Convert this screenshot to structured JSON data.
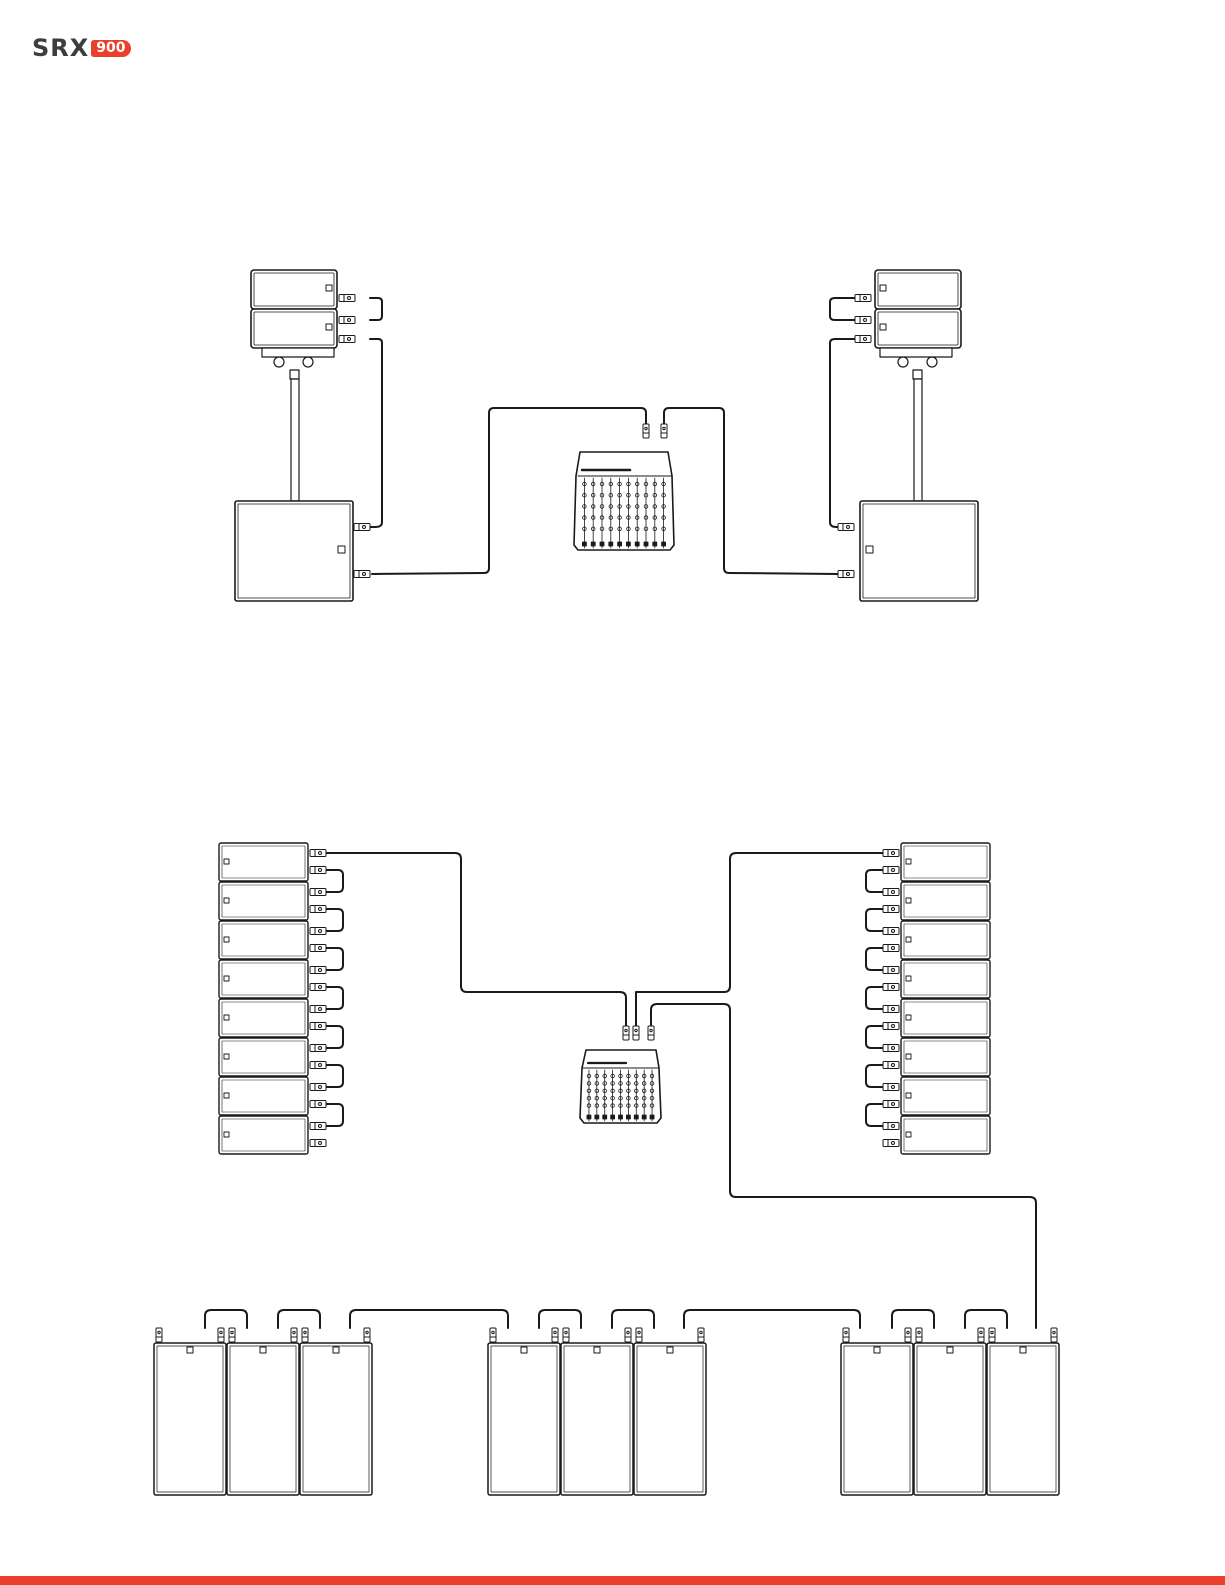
{
  "brand": {
    "name": "SRX",
    "model": "900",
    "accent_color": "#e8402b",
    "text_color": "#3d3d3d"
  },
  "diagram": {
    "line_color": "#1a1a1a",
    "top_setup": {
      "description_icons": [
        "speaker-stack-left",
        "pole-mount-left",
        "subwoofer-left",
        "mixer-console",
        "speaker-stack-right",
        "pole-mount-right",
        "subwoofer-right"
      ]
    },
    "bottom_setup": {
      "left_array_count": 8,
      "right_array_count": 8,
      "sub_groups": 3,
      "subs_per_group": 3
    }
  }
}
